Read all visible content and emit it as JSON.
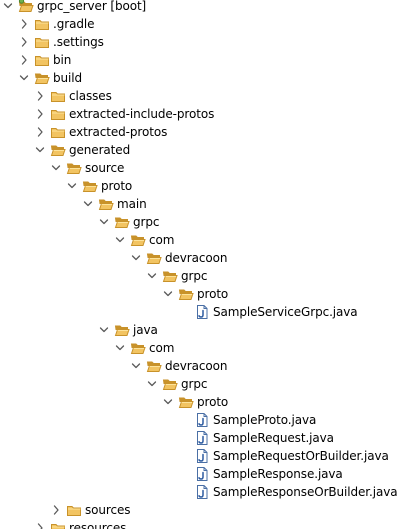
{
  "tree": {
    "nodes": [
      {
        "label": "grpc_server [boot]",
        "depth": 0,
        "expanded": true,
        "icon": "project-icon",
        "key": "grpc-server-project"
      },
      {
        "label": ".gradle",
        "depth": 1,
        "expanded": false,
        "icon": "folder-icon",
        "key": "gradle-folder"
      },
      {
        "label": ".settings",
        "depth": 1,
        "expanded": false,
        "icon": "folder-icon",
        "key": "settings-folder"
      },
      {
        "label": "bin",
        "depth": 1,
        "expanded": false,
        "icon": "folder-icon",
        "key": "bin-folder"
      },
      {
        "label": "build",
        "depth": 1,
        "expanded": true,
        "icon": "folder-open-icon",
        "key": "build-folder"
      },
      {
        "label": "classes",
        "depth": 2,
        "expanded": false,
        "icon": "folder-icon",
        "key": "classes-folder"
      },
      {
        "label": "extracted-include-protos",
        "depth": 2,
        "expanded": false,
        "icon": "folder-icon",
        "key": "extracted-include-protos-folder"
      },
      {
        "label": "extracted-protos",
        "depth": 2,
        "expanded": false,
        "icon": "folder-icon",
        "key": "extracted-protos-folder"
      },
      {
        "label": "generated",
        "depth": 2,
        "expanded": true,
        "icon": "folder-open-icon",
        "key": "generated-folder"
      },
      {
        "label": "source",
        "depth": 3,
        "expanded": true,
        "icon": "folder-open-icon",
        "key": "source-folder"
      },
      {
        "label": "proto",
        "depth": 4,
        "expanded": true,
        "icon": "folder-open-icon",
        "key": "proto-folder"
      },
      {
        "label": "main",
        "depth": 5,
        "expanded": true,
        "icon": "folder-open-icon",
        "key": "main-folder"
      },
      {
        "label": "grpc",
        "depth": 6,
        "expanded": true,
        "icon": "folder-open-icon",
        "key": "grpc-folder"
      },
      {
        "label": "com",
        "depth": 7,
        "expanded": true,
        "icon": "folder-open-icon",
        "key": "grpc-com-folder"
      },
      {
        "label": "devracoon",
        "depth": 8,
        "expanded": true,
        "icon": "folder-open-icon",
        "key": "grpc-devracoon-folder"
      },
      {
        "label": "grpc",
        "depth": 9,
        "expanded": true,
        "icon": "folder-open-icon",
        "key": "grpc-devracoon-grpc-folder"
      },
      {
        "label": "proto",
        "depth": 10,
        "expanded": true,
        "icon": "folder-open-icon",
        "key": "grpc-proto-folder"
      },
      {
        "label": "SampleServiceGrpc.java",
        "depth": 11,
        "leaf": true,
        "icon": "java-file-icon",
        "key": "sample-service-grpc-file"
      },
      {
        "label": "java",
        "depth": 6,
        "expanded": true,
        "icon": "folder-open-icon",
        "key": "java-folder"
      },
      {
        "label": "com",
        "depth": 7,
        "expanded": true,
        "icon": "folder-open-icon",
        "key": "java-com-folder"
      },
      {
        "label": "devracoon",
        "depth": 8,
        "expanded": true,
        "icon": "folder-open-icon",
        "key": "java-devracoon-folder"
      },
      {
        "label": "grpc",
        "depth": 9,
        "expanded": true,
        "icon": "folder-open-icon",
        "key": "java-grpc-folder"
      },
      {
        "label": "proto",
        "depth": 10,
        "expanded": true,
        "icon": "folder-open-icon",
        "key": "java-proto-folder"
      },
      {
        "label": "SampleProto.java",
        "depth": 11,
        "leaf": true,
        "icon": "java-file-icon",
        "key": "sample-proto-file"
      },
      {
        "label": "SampleRequest.java",
        "depth": 11,
        "leaf": true,
        "icon": "java-file-icon",
        "key": "sample-request-file"
      },
      {
        "label": "SampleRequestOrBuilder.java",
        "depth": 11,
        "leaf": true,
        "icon": "java-file-icon",
        "key": "sample-request-or-builder-file"
      },
      {
        "label": "SampleResponse.java",
        "depth": 11,
        "leaf": true,
        "icon": "java-file-icon",
        "key": "sample-response-file"
      },
      {
        "label": "SampleResponseOrBuilder.java",
        "depth": 11,
        "leaf": true,
        "icon": "java-file-icon",
        "key": "sample-response-or-builder-file"
      },
      {
        "label": "sources",
        "depth": 3,
        "expanded": false,
        "icon": "folder-icon",
        "key": "sources-folder"
      },
      {
        "label": "resources",
        "depth": 2,
        "expanded": false,
        "icon": "folder-icon",
        "key": "resources-folder"
      }
    ]
  },
  "colors": {
    "chevron": "#5a5a5a",
    "folder_body": "#f2c462",
    "folder_dark": "#c8922a",
    "folder_light": "#fde39a",
    "java_file_border": "#4a6fa5",
    "java_file_letter": "#2c5aa0"
  }
}
